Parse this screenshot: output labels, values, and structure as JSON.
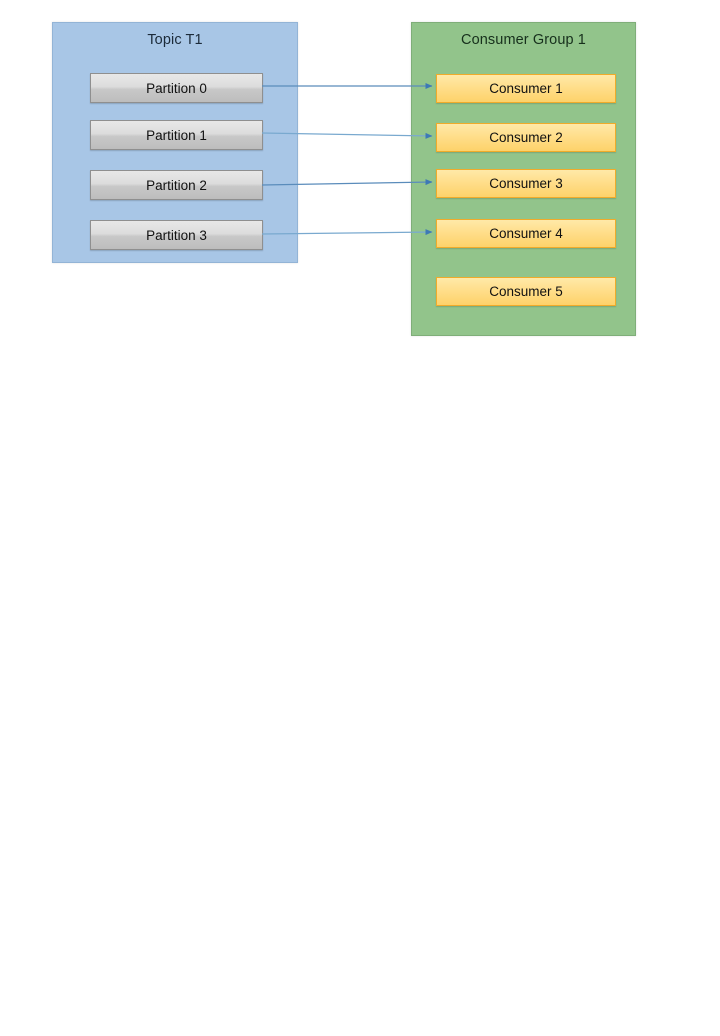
{
  "diagram": {
    "title": "Kafka topic partitions to consumer group mapping",
    "background_color": "#ffffff",
    "topic_panel": {
      "label": "Topic T1",
      "fill_color": "#A8C6E6",
      "border_color": "#93b4d6",
      "partitions": [
        {
          "label": "Partition 0"
        },
        {
          "label": "Partition 1"
        },
        {
          "label": "Partition 2"
        },
        {
          "label": "Partition 3"
        }
      ]
    },
    "consumer_group_panel": {
      "label": "Consumer Group 1",
      "fill_color": "#92C48B",
      "border_color": "#7fae79",
      "consumers": [
        {
          "label": "Consumer 1",
          "assigned": true
        },
        {
          "label": "Consumer 2",
          "assigned": true
        },
        {
          "label": "Consumer 3",
          "assigned": true
        },
        {
          "label": "Consumer 4",
          "assigned": true
        },
        {
          "label": "Consumer 5",
          "assigned": false
        }
      ]
    },
    "connections": [
      {
        "from": "Partition 0",
        "to": "Consumer 1"
      },
      {
        "from": "Partition 1",
        "to": "Consumer 2"
      },
      {
        "from": "Partition 2",
        "to": "Consumer 3"
      },
      {
        "from": "Partition 3",
        "to": "Consumer 4"
      }
    ],
    "colors": {
      "partition_fill": "#dcdcdc",
      "partition_border": "#8f8f8f",
      "consumer_fill": "#ffdd88",
      "consumer_border": "#f0ab2a",
      "arrow_color": "#4a7fb5"
    }
  }
}
